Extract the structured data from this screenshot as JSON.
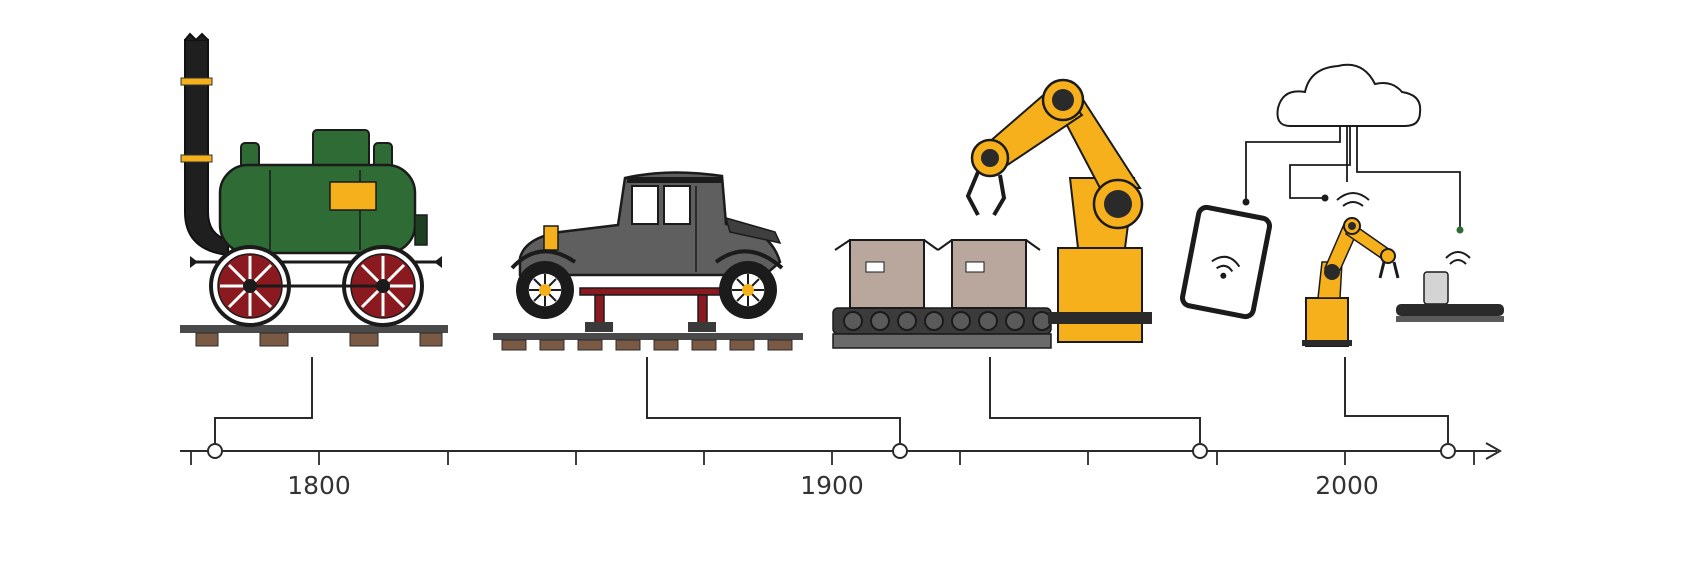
{
  "timeline": {
    "labels": [
      {
        "text": "1800"
      },
      {
        "text": "1900"
      },
      {
        "text": "2000"
      }
    ]
  },
  "eras": [
    {
      "id": "steam-locomotive",
      "icon": "steam-locomotive-icon"
    },
    {
      "id": "early-automobile",
      "icon": "vintage-car-icon"
    },
    {
      "id": "assembly-robot",
      "icon": "robotic-arm-icon"
    },
    {
      "id": "connected-automation",
      "icon": "cloud-iot-icon"
    }
  ],
  "colors": {
    "line": "#2b2b2b",
    "locomotive_green": "#2f6b35",
    "wheel_red": "#8a1a1f",
    "robot_yellow": "#f5b01c",
    "car_gray": "#5f5f5f",
    "box_tan": "#b9a79e",
    "rail_wood": "#7a5a45",
    "conveyor": "#3b3b3b"
  }
}
